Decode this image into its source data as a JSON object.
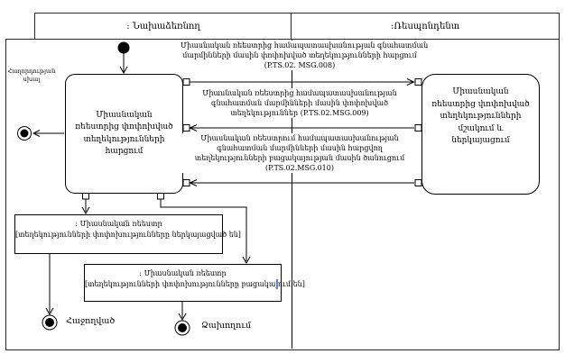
{
  "diagram": {
    "lane_left_header": ": Նախաձեռնող",
    "lane_right_header": ":Ռեսպոնդենտ",
    "left_activity_lines": [
      "Միասնական",
      "ռեեստրից փոփոխված",
      "տեղեկությունների",
      "հարցում"
    ],
    "right_activity_lines": [
      "Միասնական",
      "ռեեստրից փոփոխված",
      "տեղեկությունների",
      "մշակում և",
      "ներկայացում"
    ],
    "error_label_lines": [
      "Հաղորդության",
      "սխալ"
    ],
    "object1_lines": [
      ": Միասնական ռեեստր",
      "[տեղեկությունների փոփոխությունները ներկայացված են]"
    ],
    "object2_lines": [
      ": Միասնական ռեեստր",
      "[տեղեկությունների փոփոխությունները բացակայում են]"
    ],
    "final_success_label": "Հաջողված",
    "final_failure_label": "Ձախողում",
    "msg008_lines": [
      "Միասնական ռեեստրից համապատասխանության գնահատման",
      "մարմինների մասին փոփոխված տեղեկությունների հարցում",
      "(P.TS.02. MSG.008)"
    ],
    "msg009_lines": [
      "Միասնական ռեեստրից համապատասխանության",
      "գնահատման մարմինների մասին փոփոխված",
      "տեղեկություններ (P.TS.02.MSG.009)"
    ],
    "msg010_lines": [
      "Միասնական ռեեստրում համապատասխանության",
      "գնահատման մարմինների մասին հարցվող",
      "տեղեկությունների բացակայության մասին ծանուցում",
      "(P.TS.02.MSG.010)"
    ],
    "colors": {
      "line": "#000000",
      "background": "#ffffff",
      "caret": "#6688cc"
    }
  }
}
